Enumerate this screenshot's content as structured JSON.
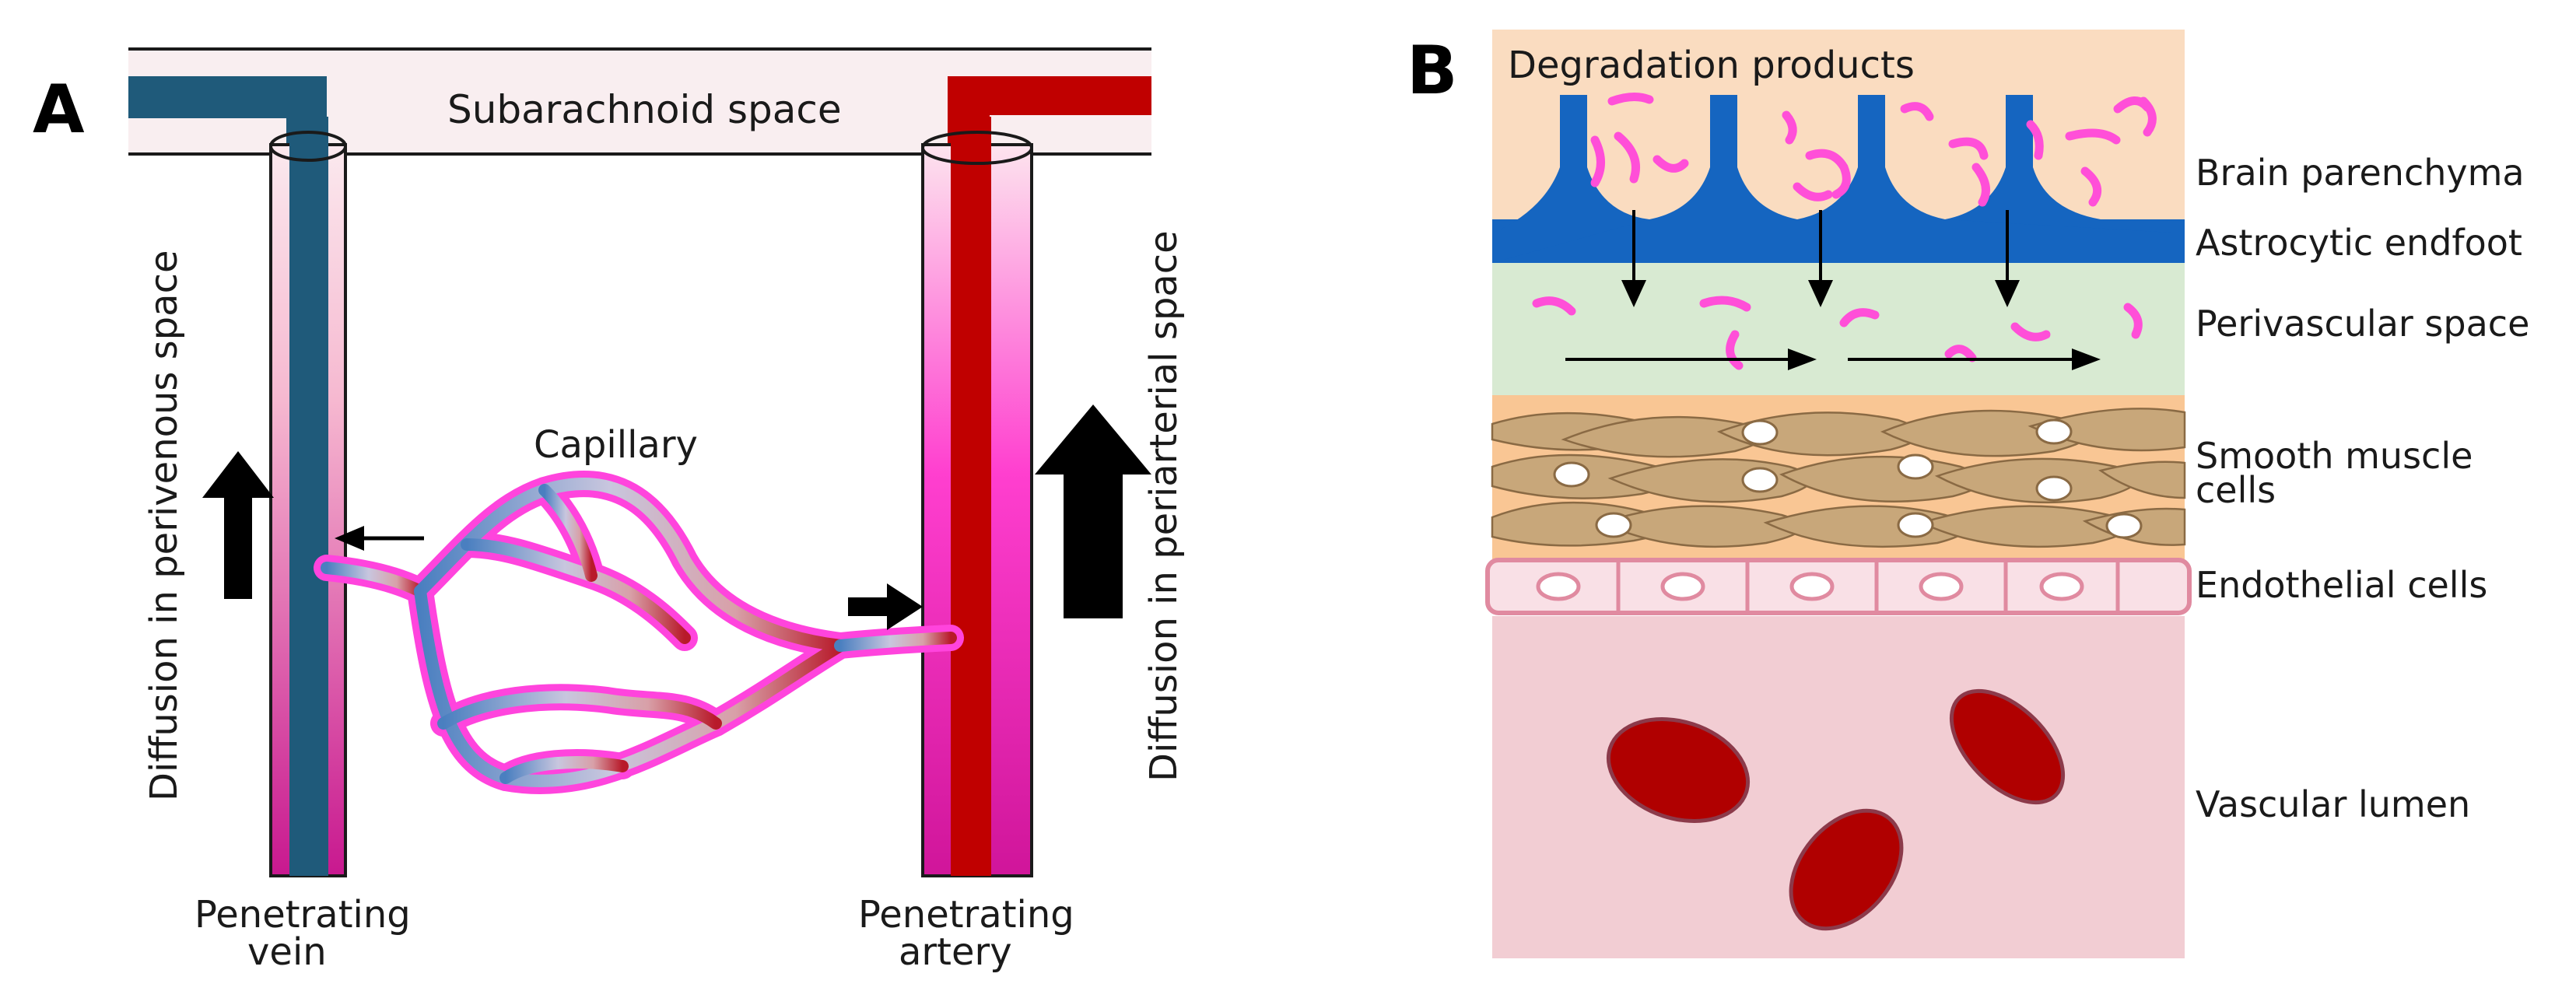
{
  "panel_a": {
    "letter": "A",
    "subarachnoid": "Subarachnoid space",
    "capillary": "Capillary",
    "vein_label_line1": "Penetrating",
    "vein_label_line2": "vein",
    "artery_label_line1": "Penetrating",
    "artery_label_line2": "artery",
    "perivenous": "Diffusion in perivenous space",
    "periarterial": "Diffusion in periarterial space"
  },
  "panel_b": {
    "letter": "B",
    "degradation": "Degradation products",
    "layers": {
      "brain_parenchyma": "Brain parenchyma",
      "astrocytic_endfoot": "Astrocytic endfoot",
      "perivascular_space": "Perivascular space",
      "smooth_muscle_line1": "Smooth muscle",
      "smooth_muscle_line2": "cells",
      "endothelial": "Endothelial cells",
      "vascular_lumen": "Vascular lumen"
    }
  },
  "colors": {
    "vein_blue": "#1f5a7a",
    "artery_red": "#c00000",
    "capillary_pink": "#ff44dd",
    "parenchyma": "#fadcc0",
    "endfoot": "#1565c0",
    "perivascular": "#d8ead2",
    "smooth_muscle": "#c8a77a",
    "endothelial": "#f3b4c3",
    "lumen": "#f2cdd3",
    "rbc": "#b00000"
  }
}
